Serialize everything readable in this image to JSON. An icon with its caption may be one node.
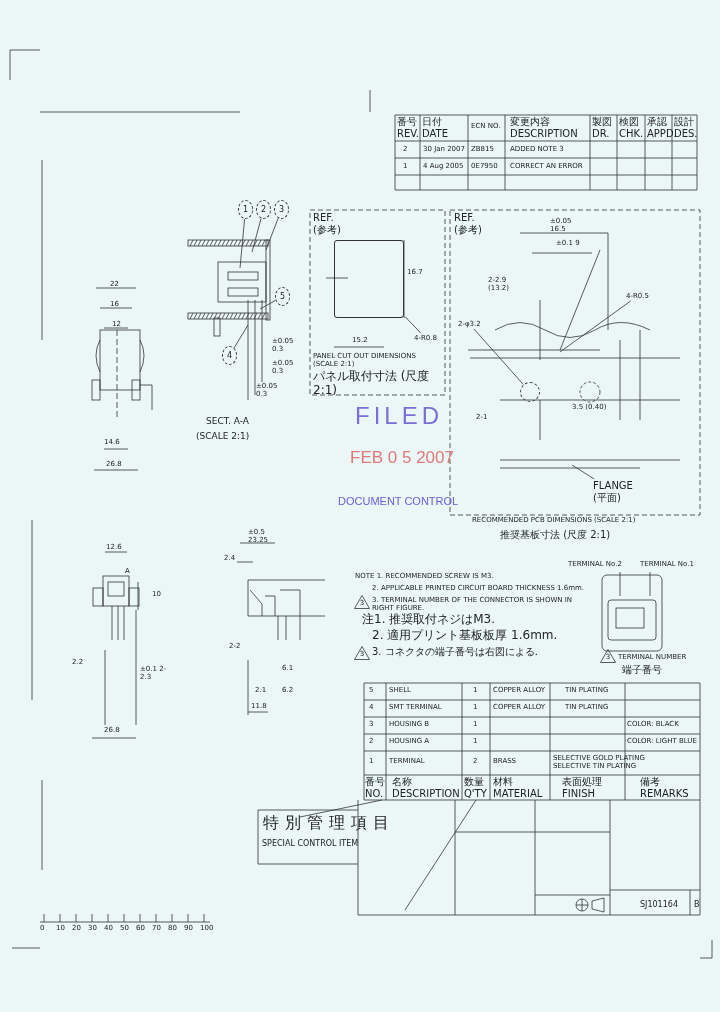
{
  "diagram": {
    "nodes": [
      {
        "text": [
          "1"
        ]
      },
      {
        "text": [
          "2"
        ]
      },
      {
        "text": [
          "3"
        ]
      },
      {
        "text": [
          "5"
        ]
      },
      {
        "text": [
          "4"
        ]
      },
      {
        "text": [
          "4-R0.8"
        ]
      },
      {
        "text": [
          "2-φ3.2"
        ]
      },
      {
        "text": [
          "4-R0.5"
        ]
      },
      {
        "text": [
          "FLANGE (平面)"
        ]
      },
      {
        "text": [],
        "shape": "box"
      },
      {
        "text": [],
        "shape": "circle"
      }
    ],
    "edges": [
      {
        "from": 0,
        "to": null,
        "arrow": "none"
      },
      {
        "from": 1,
        "to": null,
        "arrow": "none"
      },
      {
        "from": 2,
        "to": null,
        "arrow": "none"
      },
      {
        "from": 3,
        "to": null,
        "arrow": "none"
      },
      {
        "from": 4,
        "to": null,
        "arrow": "none"
      },
      {
        "from": 5,
        "to": 9,
        "arrow": "none"
      },
      {
        "from": 6,
        "to": 10,
        "arrow": "none"
      },
      {
        "from": 7,
        "to": null,
        "arrow": "none"
      },
      {
        "from": 8,
        "to": null,
        "arrow": "none"
      }
    ],
    "labels": [
      "番号 REV.",
      "日付 DATE",
      "ECN NO.",
      "変更内容 DESCRIPTION",
      "製図 DR.",
      "検図 CHK.",
      "承認 APPD.",
      "設計 DES.",
      "2",
      "30 Jan 2007",
      "ZB815",
      "ADDED NOTE 3",
      "1",
      "4 Aug 2005",
      "0E7950",
      "CORRECT AN ERROR",
      "22",
      "16",
      "12",
      "14.6",
      "26.8",
      "±0.05 0.3",
      "±0.05 0.3",
      "±0.05 0.3",
      "SECT. A-A",
      "(SCALE 2:1)",
      "REF. (参考)",
      "15.2",
      "16.7",
      "PANEL CUT OUT DIMENSIONS (SCALE 2:1)",
      "パネル取付寸法 (尺度 2:1)",
      "REF. (参考)",
      "±0.05 16.5",
      "±0.1 9",
      "2-2.9 (13.2)",
      "2-1",
      "3.5 (0.40)",
      "RECOMMENDED PCB DIMENSIONS (SCALE 2:1)",
      "推奨基板寸法 (尺度 2:1)",
      "FILED",
      "FEB 0 5 2007",
      "DOCUMENT CONTROL",
      "12.6",
      "A",
      "10",
      "2.2",
      "±0.1 2-2.3",
      "26.8",
      "±0.5 23.25",
      "2.4",
      "2-2",
      "6.1",
      "2.1",
      "6.2",
      "11.8",
      "NOTE 1. RECOMMENDED SCREW IS M3.",
      "2. APPLICABLE PRINTED CIRCUIT BOARD THICKNESS 1.6mm.",
      "3",
      "3. TERMINAL NUMBER OF THE CONNECTOR IS SHOWN IN RIGHT FIGURE.",
      "注1. 推奨取付ネジはM3.",
      "2. 適用プリント基板板厚 1.6mm.",
      "3",
      "3. コネクタの端子番号は右図による.",
      "TERMINAL No.2",
      "TERMINAL No.1",
      "3",
      "TERMINAL NUMBER",
      "端子番号",
      "5",
      "SHELL",
      "1",
      "COPPER ALLOY",
      "TIN PLATING",
      "4",
      "SMT TERMINAL",
      "1",
      "COPPER ALLOY",
      "TIN PLATING",
      "3",
      "HOUSING B",
      "1",
      "COLOR: BLACK",
      "2",
      "HOUSING A",
      "1",
      "COLOR: LIGHT BLUE",
      "1",
      "TERMINAL",
      "2",
      "BRASS",
      "SELECTIVE GOLD PLATING SELECTIVE TIN PLATING",
      "番号 NO.",
      "名称 DESCRIPTION",
      "数量 Q'TY",
      "材料 MATERIAL",
      "表面処理 FINISH",
      "備考 REMARKS",
      "特別管理項目",
      "SPECIAL CONTROL ITEM",
      "SJ101164",
      "B",
      "0",
      "10",
      "20",
      "30",
      "40",
      "50",
      "60",
      "70",
      "80",
      "90",
      "100"
    ]
  }
}
